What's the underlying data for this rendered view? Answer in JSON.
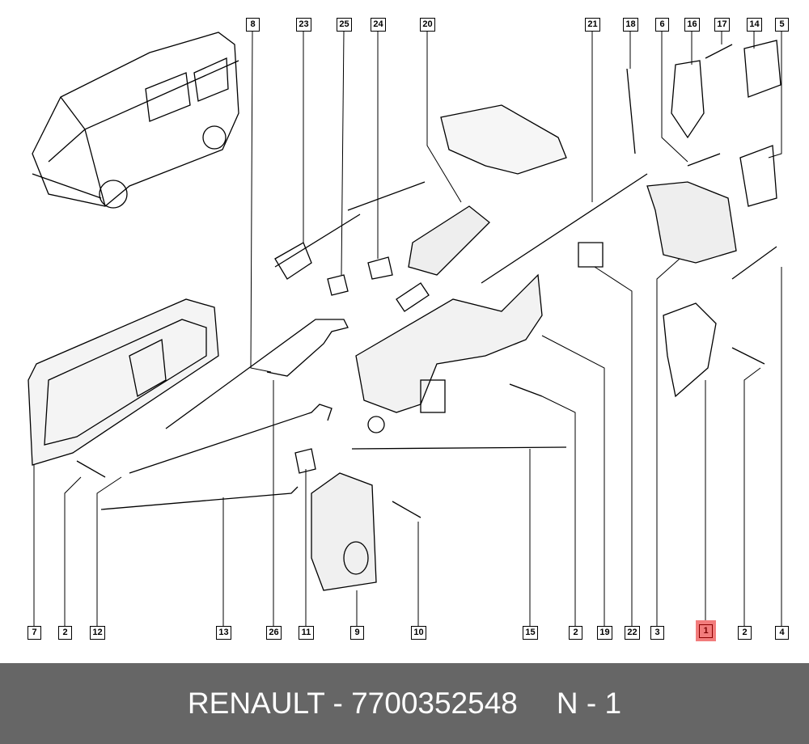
{
  "callouts_top": [
    "8",
    "23",
    "25",
    "24",
    "20",
    "21",
    "18",
    "6",
    "16",
    "17",
    "14",
    "5"
  ],
  "callouts_bottom": [
    "7",
    "2",
    "12",
    "13",
    "26",
    "11",
    "9",
    "10",
    "15",
    "2",
    "19",
    "22",
    "3",
    "1",
    "2",
    "4"
  ],
  "selected_callout": "1",
  "highlight_color": "#f27c7c",
  "footer": {
    "brand_part": "RENAULT - 7700352548",
    "quantity": "N - 1"
  }
}
